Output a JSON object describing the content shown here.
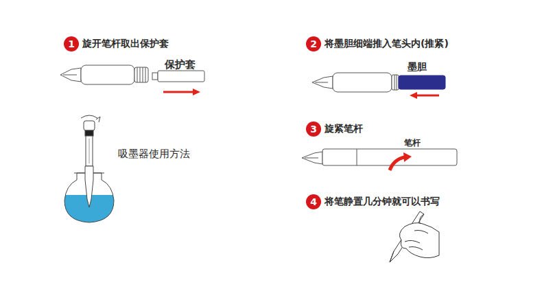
{
  "diagram": {
    "nodes": [
      {
        "text": [
          "1",
          "旋开笔杆取出保护套"
        ]
      },
      {
        "text": [
          "2",
          "将墨胆细端推入笔头内(推紧)"
        ]
      },
      {
        "text": [
          "3",
          "旋紧笔杆"
        ]
      },
      {
        "text": [
          "4",
          "将笔静置几分钟就可以书写"
        ]
      }
    ],
    "labels": [
      "保护套",
      "墨胆",
      "笔杆",
      "吸墨器使用方法"
    ]
  }
}
